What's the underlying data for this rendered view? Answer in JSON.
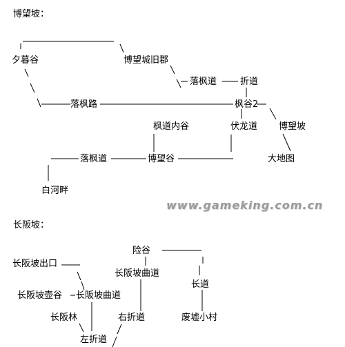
{
  "sections": {
    "bowangpo": "博望坡：",
    "changbanpo": "长阪坡："
  },
  "nodes": {
    "xi_mu_gu": "夕暮谷",
    "bowangcheng_jiujun": "博望城旧郡",
    "luofeng_dao_1": "落枫道",
    "zhe_dao": "折道",
    "luofeng_lu": "落枫路",
    "feng_gu_2": "枫谷2",
    "fengdao_nei_gu": "枫道内谷",
    "fulong_dao": "伏龙道",
    "bowang_po": "博望坡",
    "luofeng_dao_2": "落枫道",
    "bowang_gu": "博望谷",
    "da_ditu": "大地图",
    "baihe_pan": "白河畔",
    "xian_gu": "险谷",
    "changbanpo_chukou": "长阪坡出口",
    "changbanpo_qudao_1": "长阪坡曲道",
    "chang_dao": "长道",
    "changbanpo_hugu": "长阪坡壶谷",
    "changbanpo_qudao_2": "长阪坡曲道",
    "changban_lin": "长阪林",
    "you_zhedao": "右折道",
    "feixu_xiaocun": "废墟小村",
    "zuo_zhedao": "左折道"
  },
  "watermark": "www.gameking.com.cn"
}
